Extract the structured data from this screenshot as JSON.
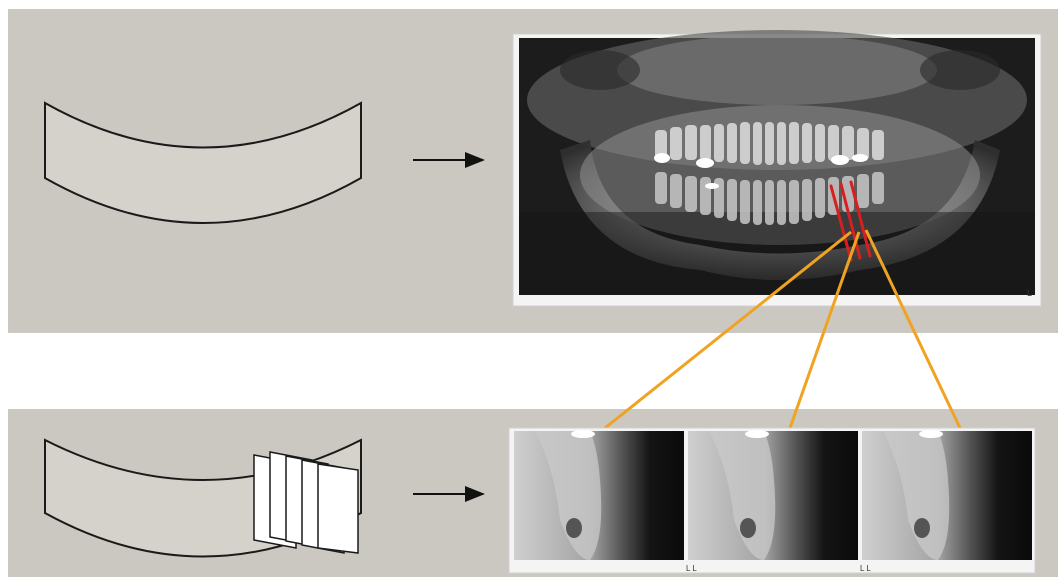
{
  "colors": {
    "panel_background": "#cbc7c1",
    "page_background": "#ffffff",
    "curved_surface_fill": "#d5d1cb",
    "outline": "#1a1a1a",
    "arrow": "#111111",
    "xray_dark": "#1c1c1c",
    "xray_bone": "#9d9d9d",
    "xray_frame": "#f4f4f4",
    "slice_marker": "#d81f1f",
    "connector": "#f0a322"
  },
  "top_row": {
    "description_icon": "curved-focal-trough",
    "result": "panoramic-radiograph",
    "slice_marker_count": 3,
    "small_text": "L"
  },
  "bottom_row": {
    "description_icon": "focal-trough-with-cross-section-planes",
    "result": "cross-sectional-radiographs",
    "image_count": 3,
    "small_text": [
      "L L",
      "L L"
    ]
  }
}
